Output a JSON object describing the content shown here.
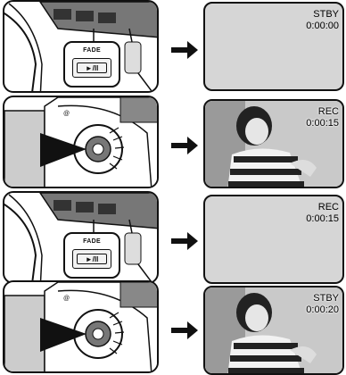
{
  "steps": [
    {
      "camera": "fade-button",
      "button_label": "FADE",
      "button_symbol": "►/II",
      "screen": {
        "style": "blank",
        "status": "STBY",
        "time": "0:00:00"
      }
    },
    {
      "camera": "zoom-dial",
      "screen": {
        "style": "photo",
        "status": "REC",
        "time": "0:00:15"
      }
    },
    {
      "camera": "fade-button",
      "button_label": "FADE",
      "button_symbol": "►/II",
      "screen": {
        "style": "blank",
        "status": "REC",
        "time": "0:00:15"
      }
    },
    {
      "camera": "zoom-dial",
      "screen": {
        "style": "photo",
        "status": "STBY",
        "time": "0:00:20"
      }
    }
  ],
  "colors": {
    "line": "#111111",
    "screen_blank": "#d6d6d6",
    "screen_photo": "#bdbdbd"
  },
  "icons": {
    "arrow": "right-arrow-icon"
  }
}
